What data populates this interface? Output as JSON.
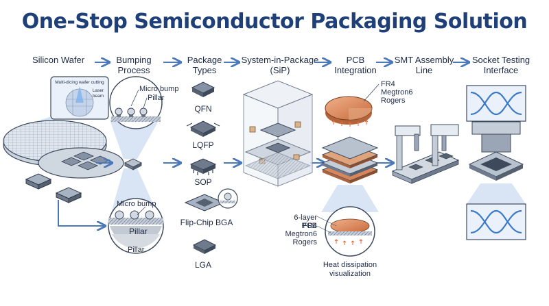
{
  "title": "One-Stop Semiconductor Packaging Solution",
  "stages": {
    "wafer": "Silicon Wafer",
    "bumping": "Bumping\nProcess",
    "package": "Package\nTypes",
    "sip": "System-in-Package\n(SiP)",
    "pcb": "PCB\nIntegration",
    "smt": "SMT Assembly\nLine",
    "socket": "Socket Testing\nInterface"
  },
  "wafer_callout": {
    "title": "Multi-dicing wafer cutting",
    "laser": "Laser\nbeam"
  },
  "bump_top": {
    "micro_bump": "Micro bump",
    "pillar": "Pillar"
  },
  "bump_bottom": {
    "micro_bump": "Micro bump",
    "pillar": "Pillar",
    "pillar_below": "Pillar"
  },
  "packages": [
    "QFN",
    "LQFP",
    "SOP",
    "Flip-Chip BGA",
    "LGA"
  ],
  "pcb_top_materials": [
    "FR4",
    "Megtron6",
    "Rogers"
  ],
  "pcb_bottom_materials": [
    "6-layer PCB",
    "FR4",
    "Megtron6",
    "Rogers"
  ],
  "heat_label": "Heat dissipation\nvisualization",
  "colors": {
    "title": "#1f3f78",
    "arrow": "#4a78b8",
    "chip": "#3d4a5c",
    "copper": "#d9875a"
  }
}
